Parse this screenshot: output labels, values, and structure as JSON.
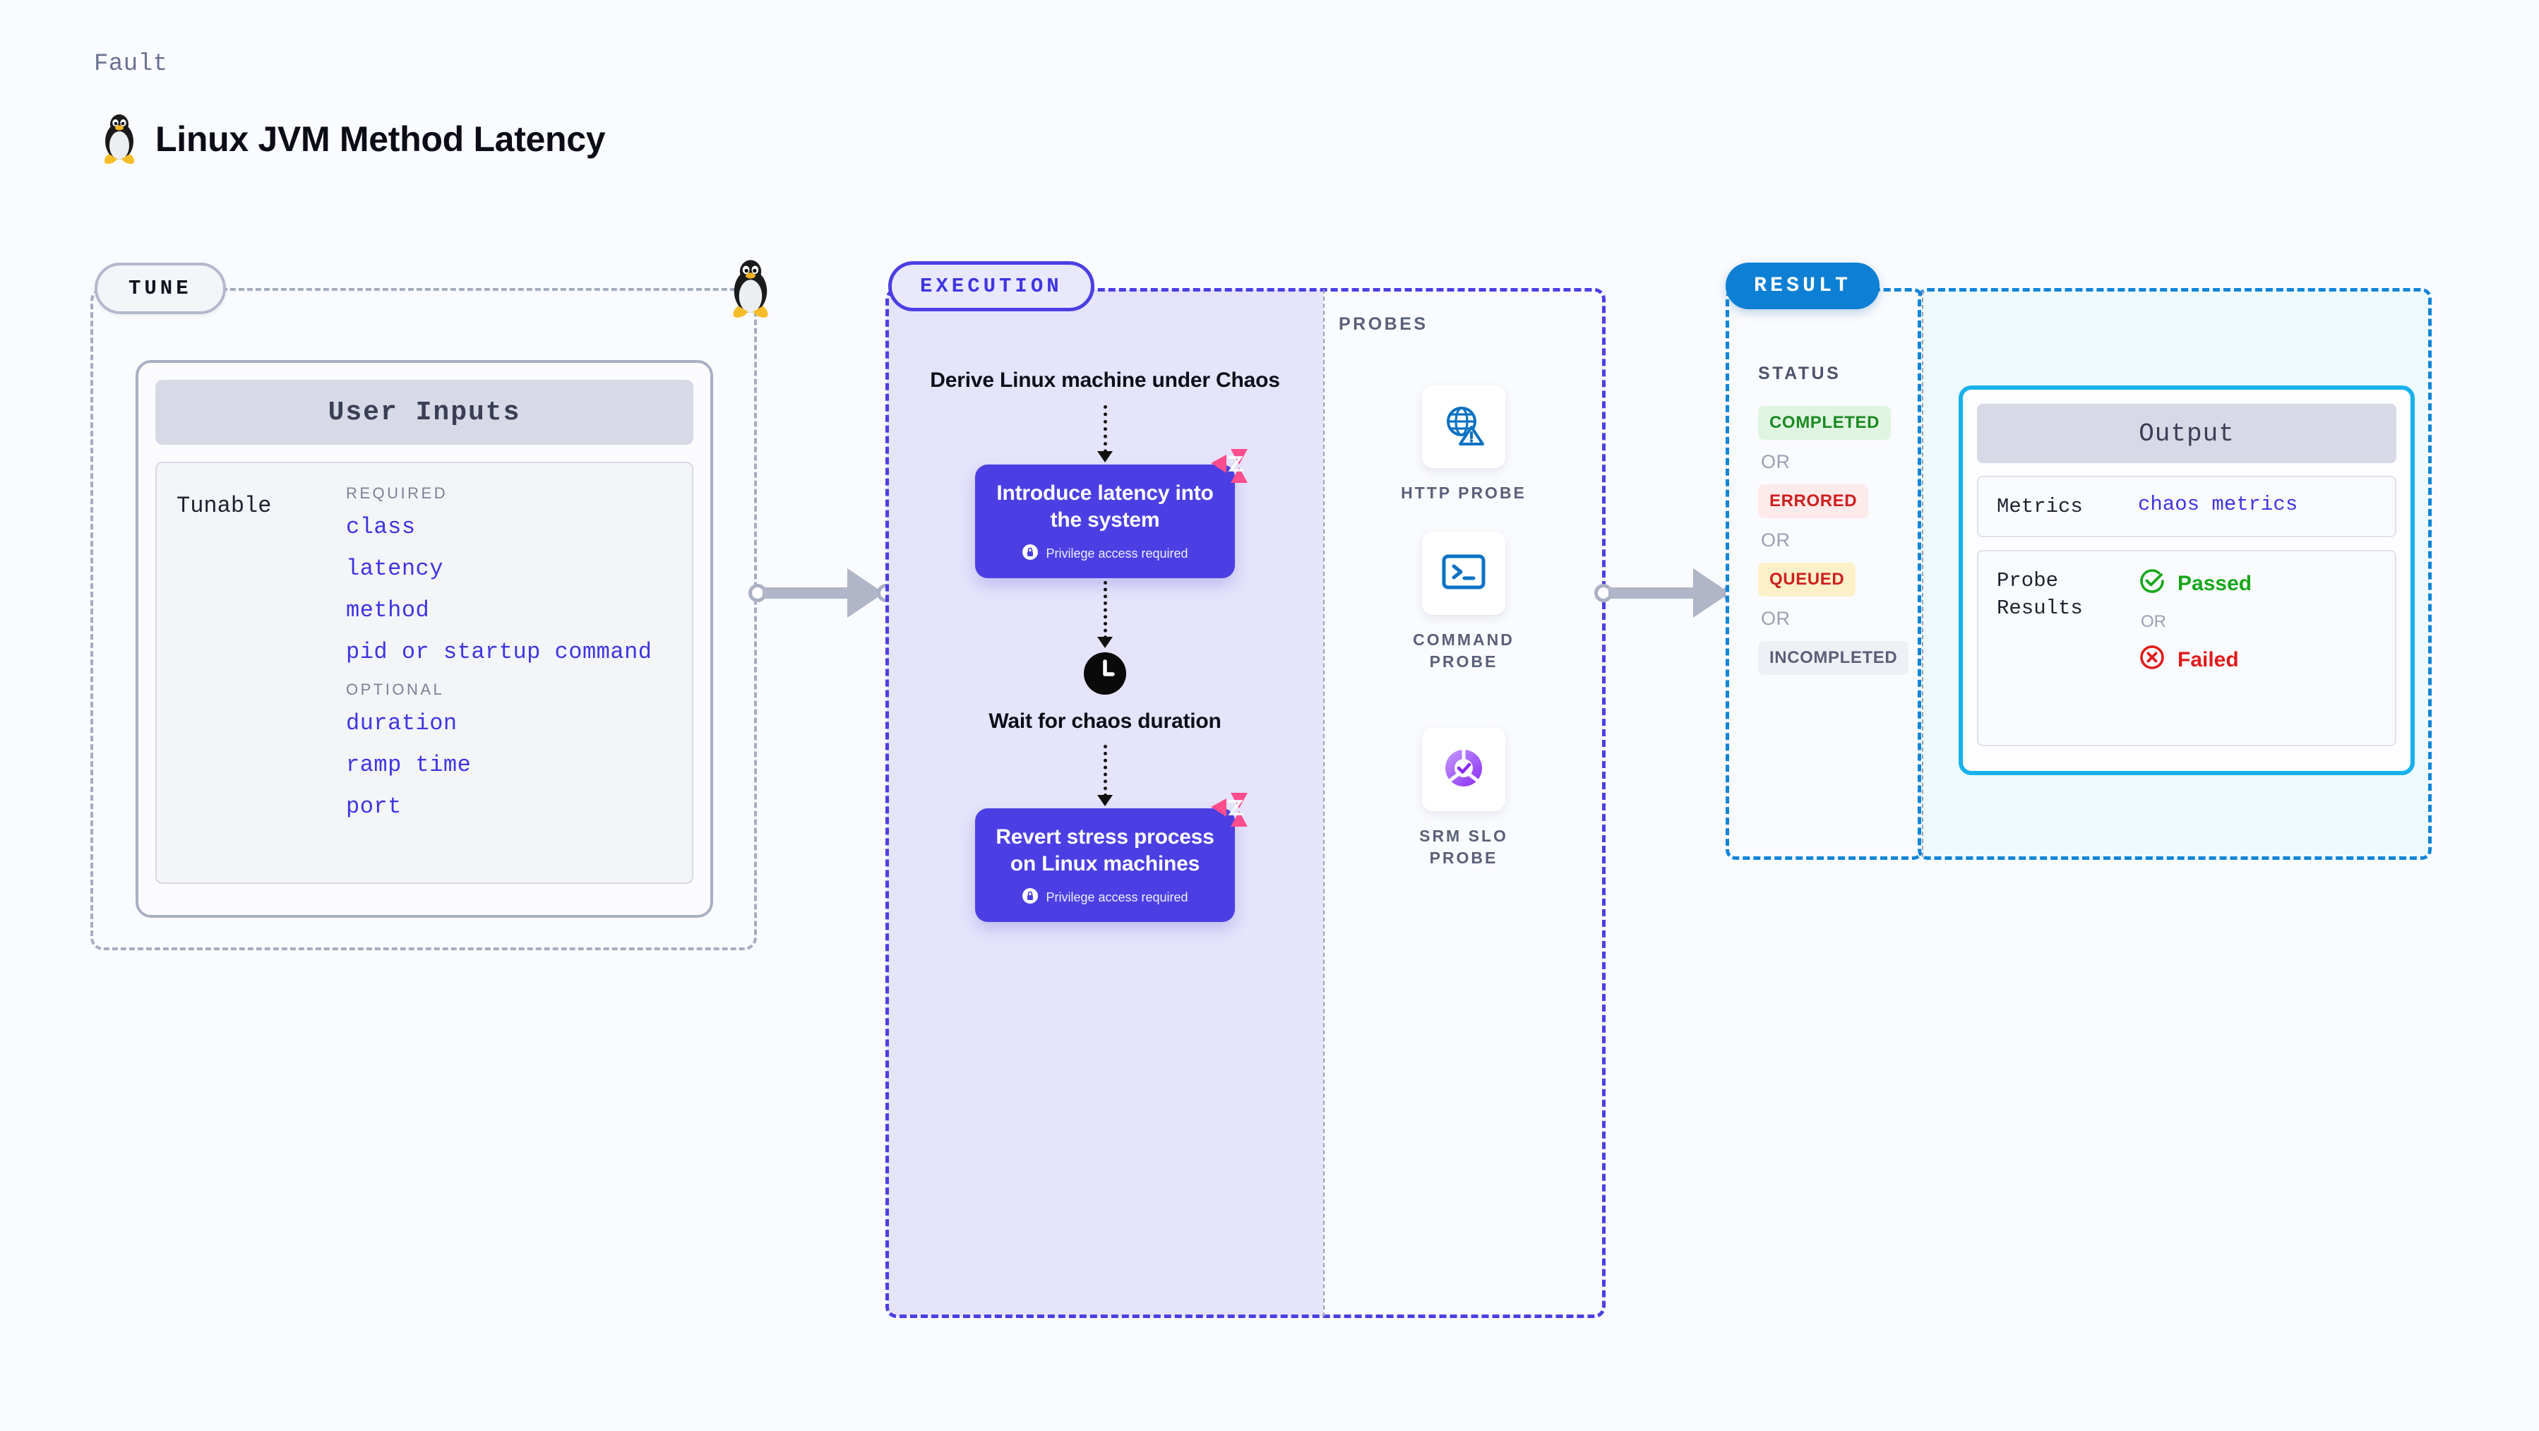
{
  "header": {
    "kicker": "Fault",
    "title": "Linux JVM Method Latency",
    "icon": "linux-penguin-icon"
  },
  "tune": {
    "badge": "TUNE",
    "marker_icon": "linux-penguin-icon",
    "card": {
      "header": "User Inputs",
      "row_label": "Tunable",
      "groups": [
        {
          "heading": "REQUIRED",
          "items": [
            "class",
            "latency",
            "method",
            "pid or startup command"
          ]
        },
        {
          "heading": "OPTIONAL",
          "items": [
            "duration",
            "ramp time",
            "port"
          ]
        }
      ]
    }
  },
  "execution": {
    "badge": "EXECUTION",
    "steps": [
      {
        "type": "caption",
        "text": "Derive Linux machine under Chaos"
      },
      {
        "type": "node",
        "title": "Introduce latency into the system",
        "privilege": "Privilege access required",
        "badge_icon": "chaos-fault-icon",
        "lock_icon": "lock-icon"
      },
      {
        "type": "clock",
        "icon": "clock-icon",
        "text": "Wait for chaos duration"
      },
      {
        "type": "node",
        "title": "Revert stress process on Linux machines",
        "privilege": "Privilege access required",
        "badge_icon": "chaos-fault-icon",
        "lock_icon": "lock-icon"
      }
    ]
  },
  "probes": {
    "title": "PROBES",
    "items": [
      {
        "label": "HTTP PROBE",
        "icon": "globe-alert-icon",
        "color": "#0b72c4"
      },
      {
        "label": "COMMAND PROBE",
        "icon": "terminal-icon",
        "color": "#0b72c4"
      },
      {
        "label": "SRM SLO PROBE",
        "icon": "slo-check-icon",
        "color": "#9b4dff"
      }
    ]
  },
  "result": {
    "badge": "RESULT",
    "status": {
      "title": "STATUS",
      "or_label": "OR",
      "values": [
        {
          "label": "COMPLETED",
          "bg": "#e0f5e1",
          "fg": "#1a8a22"
        },
        {
          "label": "ERRORED",
          "bg": "#fdeaea",
          "fg": "#cf1f1f"
        },
        {
          "label": "QUEUED",
          "bg": "#fcf0c8",
          "fg": "#cf1f1f"
        },
        {
          "label": "INCOMPLETED",
          "bg": "#eff0f5",
          "fg": "#5b6079"
        }
      ]
    },
    "output": {
      "header": "Output",
      "metrics_label": "Metrics",
      "metrics_value": "chaos metrics",
      "probe_results_label": "Probe Results",
      "passed_label": "Passed",
      "passed_icon": "check-circle-icon",
      "passed_color": "#17a71b",
      "or_label": "OR",
      "failed_label": "Failed",
      "failed_icon": "x-circle-icon",
      "failed_color": "#e01b1b"
    }
  },
  "connectors": {
    "tune_to_execution": "arrow-right",
    "execution_to_result": "arrow-right"
  },
  "colors": {
    "canvas": "#fafbff",
    "chaos_purple": "#4b3fe4",
    "execution_fill": "#e5e4fb",
    "result_blue": "#0d7fd4",
    "output_border": "#17b1ec",
    "accent_pink": "#ff4d8d"
  }
}
